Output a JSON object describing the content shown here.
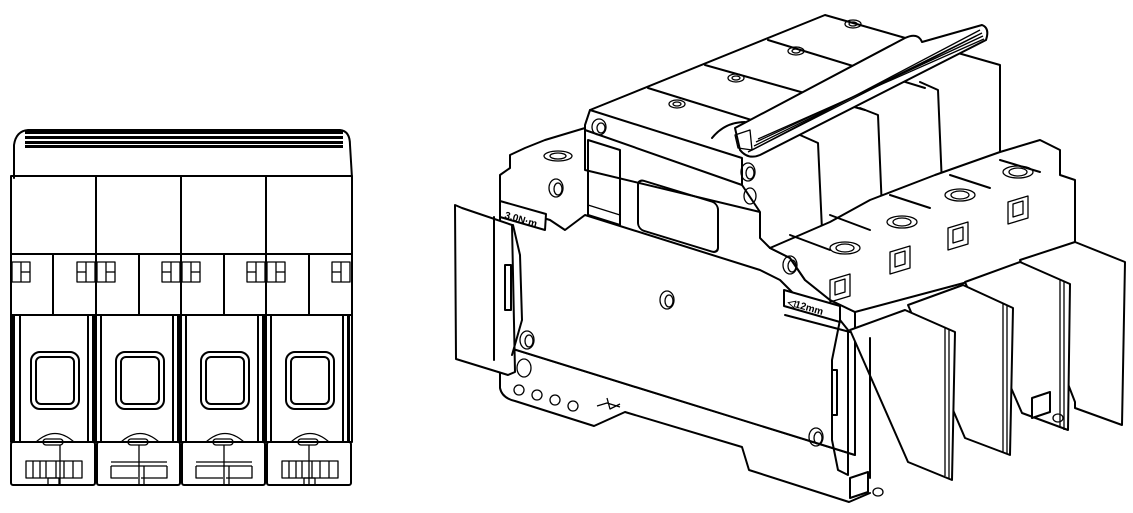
{
  "figure": {
    "subject": "4-pole miniature circuit breaker technical line drawing",
    "colors": {
      "line": "#000000",
      "background": "#ffffff"
    },
    "views": [
      {
        "id": "front-view",
        "poles": 4
      },
      {
        "id": "isometric-view",
        "poles": 4
      }
    ],
    "labels": {
      "torque": "3.0N·m",
      "strip_length": "◁12mm"
    },
    "front_view": {
      "terminal_types": [
        "cage",
        "busbar",
        "busbar",
        "cage"
      ]
    }
  }
}
